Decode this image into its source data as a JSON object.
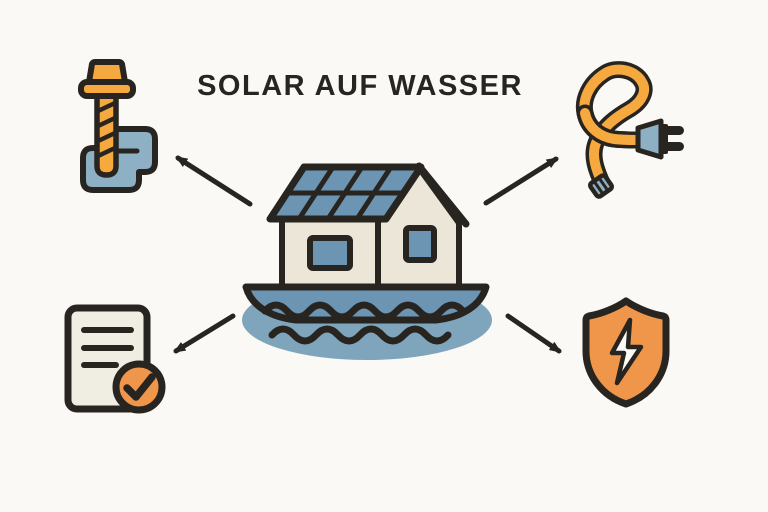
{
  "title": "SOLAR AUF WASSER",
  "diagram": {
    "center": {
      "name": "houseboat-with-solar-roof",
      "description": "house on a boat hull floating on water, roof covered with solar panels"
    },
    "nodes": [
      {
        "icon": "mounting-bolt-icon",
        "position": "top-left"
      },
      {
        "icon": "power-cable-plug-icon",
        "position": "top-right"
      },
      {
        "icon": "checked-document-icon",
        "position": "bottom-left"
      },
      {
        "icon": "lightning-shield-icon",
        "position": "bottom-right"
      }
    ],
    "arrows": [
      {
        "name": "arrow-to-top-left",
        "direction": "center to top-left icon"
      },
      {
        "name": "arrow-to-top-right",
        "direction": "center to top-right icon"
      },
      {
        "name": "arrow-to-bottom-left",
        "direction": "center to bottom-left icon"
      },
      {
        "name": "arrow-to-bottom-right",
        "direction": "center to bottom-right icon"
      }
    ]
  },
  "colors": {
    "background": "#FAF9F5",
    "ink": "#282521",
    "orange": "#F0964A",
    "bolt_orange": "#F6A93E",
    "panel_blue": "#6C95B3",
    "light_blue": "#8EB0C4",
    "water_blue": "#7FA5BD",
    "wall_cream": "#EBE6D7",
    "paper": "#F0EEE3",
    "white": "#FCFBF6"
  }
}
